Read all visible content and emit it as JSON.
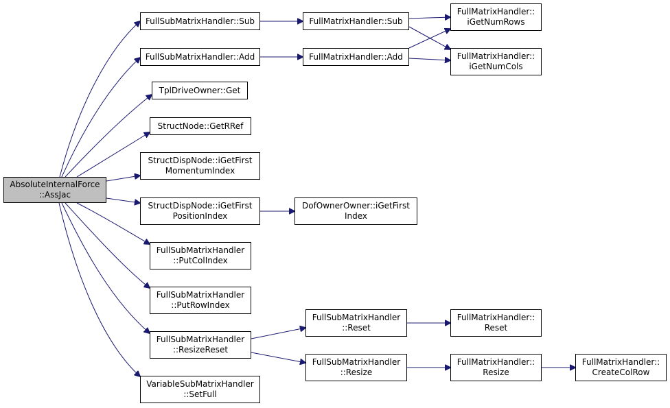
{
  "colors": {
    "edge": "#191970",
    "root_fill": "#bfbfbf",
    "node_fill": "#ffffff",
    "border": "#000000"
  },
  "nodes": {
    "root": {
      "line1": "AbsoluteInternalForce",
      "line2": "::AssJac"
    },
    "fsmh_sub": {
      "line1": "FullSubMatrixHandler::Sub"
    },
    "fsmh_add": {
      "line1": "FullSubMatrixHandler::Add"
    },
    "tpl_get": {
      "line1": "TplDriveOwner::Get"
    },
    "sn_getrref": {
      "line1": "StructNode::GetRRef"
    },
    "sdn_mom": {
      "line1": "StructDispNode::iGetFirst",
      "line2": "MomentumIndex"
    },
    "sdn_pos": {
      "line1": "StructDispNode::iGetFirst",
      "line2": "PositionIndex"
    },
    "fsmh_putcol": {
      "line1": "FullSubMatrixHandler",
      "line2": "::PutColIndex"
    },
    "fsmh_putrow": {
      "line1": "FullSubMatrixHandler",
      "line2": "::PutRowIndex"
    },
    "fsmh_resizereset": {
      "line1": "FullSubMatrixHandler",
      "line2": "::ResizeReset"
    },
    "vsmh_setfull": {
      "line1": "VariableSubMatrixHandler",
      "line2": "::SetFull"
    },
    "fmh_sub": {
      "line1": "FullMatrixHandler::Sub"
    },
    "fmh_add": {
      "line1": "FullMatrixHandler::Add"
    },
    "doo_getfirst": {
      "line1": "DofOwnerOwner::iGetFirst",
      "line2": "Index"
    },
    "fsmh_reset": {
      "line1": "FullSubMatrixHandler",
      "line2": "::Reset"
    },
    "fsmh_resize": {
      "line1": "FullSubMatrixHandler",
      "line2": "::Resize"
    },
    "fmh_numrows": {
      "line1": "FullMatrixHandler::",
      "line2": "iGetNumRows"
    },
    "fmh_numcols": {
      "line1": "FullMatrixHandler::",
      "line2": "iGetNumCols"
    },
    "fmh_reset": {
      "line1": "FullMatrixHandler::",
      "line2": "Reset"
    },
    "fmh_resize": {
      "line1": "FullMatrixHandler::",
      "line2": "Resize"
    },
    "fmh_createcolrow": {
      "line1": "FullMatrixHandler::",
      "line2": "CreateColRow"
    }
  }
}
